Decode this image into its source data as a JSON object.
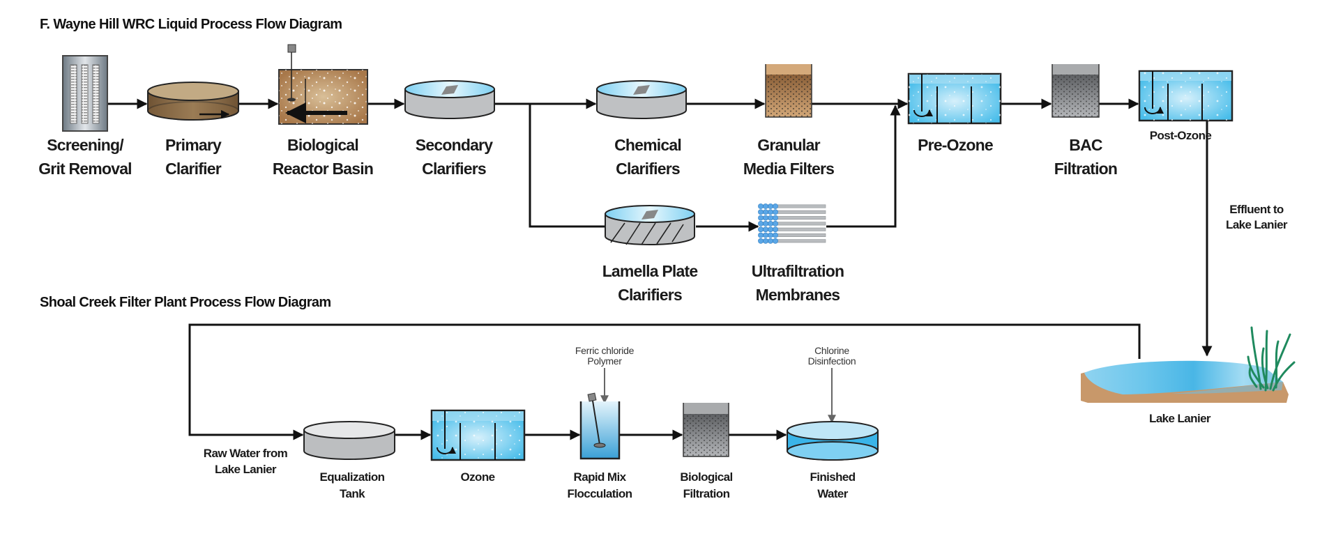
{
  "headings": {
    "top": "F. Wayne Hill WRC Liquid Process Flow Diagram",
    "bottom": "Shoal Creek Filter Plant Process Flow Diagram"
  },
  "wrc_units": {
    "screening": [
      "Screening/",
      "Grit Removal"
    ],
    "primary": [
      "Primary",
      "Clarifier"
    ],
    "bio_reactor": [
      "Biological",
      "Reactor Basin"
    ],
    "secondary": [
      "Secondary",
      "Clarifiers"
    ],
    "chemical": [
      "Chemical",
      "Clarifiers"
    ],
    "granular": [
      "Granular",
      "Media Filters"
    ],
    "pre_ozone": [
      "Pre-Ozone"
    ],
    "bac": [
      "BAC",
      "Filtration"
    ],
    "post_ozone": [
      "Post-Ozone"
    ],
    "lamella": [
      "Lamella Plate",
      "Clarifiers"
    ],
    "uf": [
      "Ultrafiltration",
      "Membranes"
    ]
  },
  "effluent_label": [
    "Effluent to",
    "Lake Lanier"
  ],
  "lake_label": "Lake Lanier",
  "shoal_units": {
    "raw_water": [
      "Raw Water from",
      "Lake Lanier"
    ],
    "equalization": [
      "Equalization",
      "Tank"
    ],
    "ozone": [
      "Ozone"
    ],
    "rapid_mix": [
      "Rapid Mix",
      "Flocculation"
    ],
    "bio_filtration": [
      "Biological",
      "Filtration"
    ],
    "finished": [
      "Finished",
      "Water"
    ]
  },
  "chemical_feeds": {
    "ferric": [
      "Ferric chloride",
      "Polymer"
    ],
    "chlorine": [
      "Chlorine",
      "Disinfection"
    ]
  },
  "colors": {
    "water": "#4fc3ec",
    "water_light": "#bfe8f8",
    "sludge": "#8a6a44",
    "bio": "#b88a58",
    "steel": "#b7b9bb",
    "grass": "#1f8a5e",
    "soil": "#c89a68"
  }
}
